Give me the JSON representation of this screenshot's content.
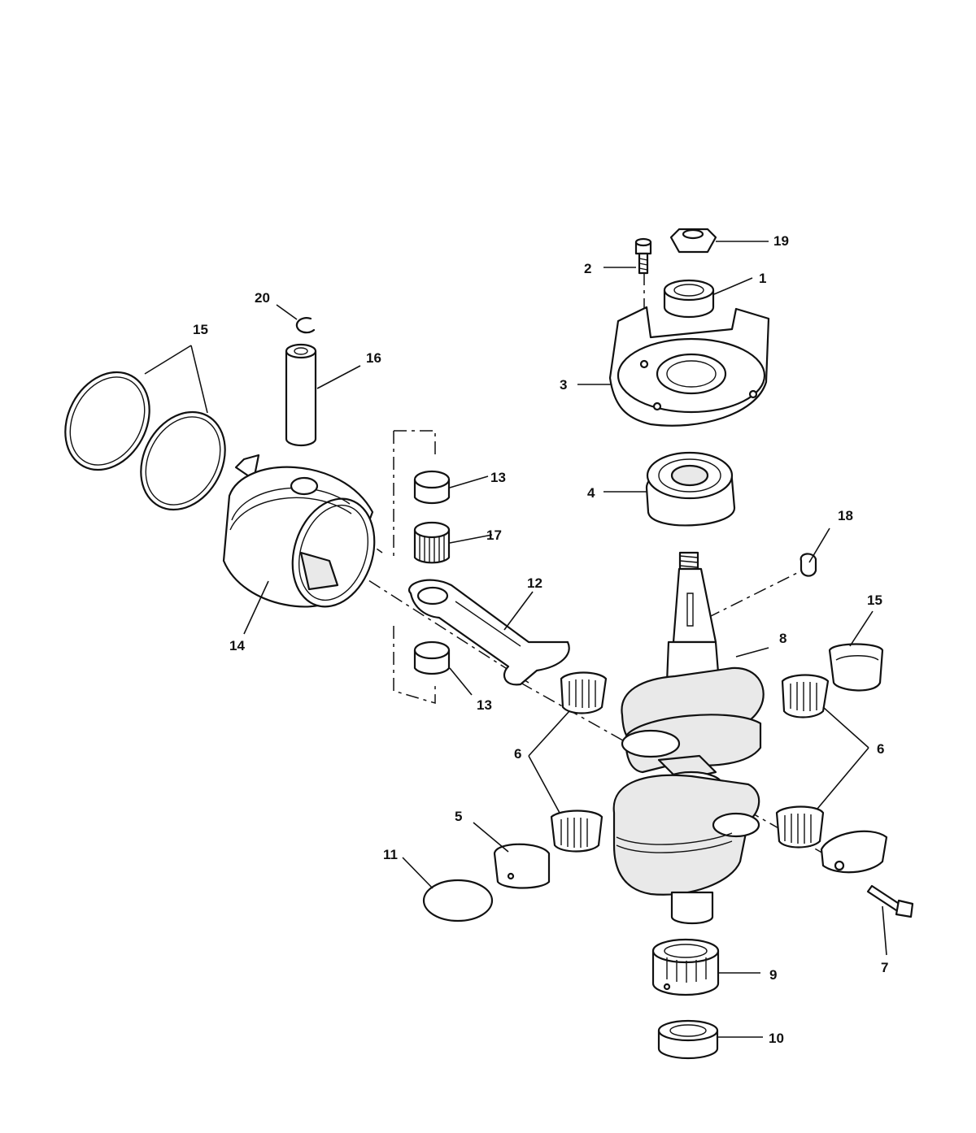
{
  "callouts": {
    "c1": "1",
    "c2": "2",
    "c3": "3",
    "c4": "4",
    "c5": "5",
    "c6a": "6",
    "c6b": "6",
    "c7": "7",
    "c8": "8",
    "c9": "9",
    "c10": "10",
    "c11": "11",
    "c12": "12",
    "c13a": "13",
    "c13b": "13",
    "c14": "14",
    "c15a": "15",
    "c15b": "15",
    "c16": "16",
    "c17": "17",
    "c18": "18",
    "c19": "19",
    "c20": "20"
  }
}
